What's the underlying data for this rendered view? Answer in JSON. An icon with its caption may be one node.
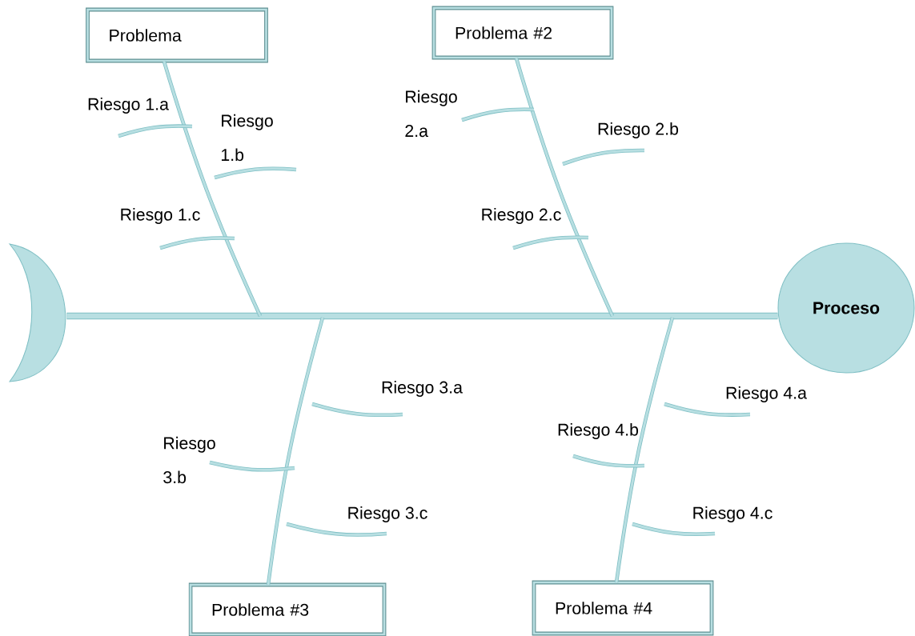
{
  "diagram": {
    "nodes": [
      {
        "text": [],
        "shape": "crescent"
      },
      {
        "text": [
          "Proceso"
        ]
      },
      {
        "text": [
          "Problema"
        ]
      },
      {
        "text": [
          "Problema #2"
        ]
      },
      {
        "text": [
          "Problema #3"
        ]
      },
      {
        "text": [
          "Problema #4"
        ]
      },
      {
        "text": [
          "Riesgo 1.a"
        ]
      },
      {
        "text": [
          "Riesgo 1.b"
        ]
      },
      {
        "text": [
          "Riesgo 1.c"
        ]
      },
      {
        "text": [
          "Riesgo 2.a"
        ]
      },
      {
        "text": [
          "Riesgo 2.b"
        ]
      },
      {
        "text": [
          "Riesgo 2.c"
        ]
      },
      {
        "text": [
          "Riesgo 3.a"
        ]
      },
      {
        "text": [
          "Riesgo 3.b"
        ]
      },
      {
        "text": [
          "Riesgo 3.c"
        ]
      },
      {
        "text": [
          "Riesgo 4.a"
        ]
      },
      {
        "text": [
          "Riesgo 4.b"
        ]
      },
      {
        "text": [
          "Riesgo 4.c"
        ]
      }
    ],
    "edges": [
      {
        "from": 0,
        "to": 1,
        "arrow": "none",
        "style": "thick"
      },
      {
        "from": 2,
        "to": null,
        "arrow": "none"
      },
      {
        "from": 3,
        "to": null,
        "arrow": "none"
      },
      {
        "from": 4,
        "to": null,
        "arrow": "none"
      },
      {
        "from": 5,
        "to": null,
        "arrow": "none"
      },
      {
        "from": 6,
        "to": null,
        "arrow": "none"
      },
      {
        "from": 7,
        "to": null,
        "arrow": "none"
      },
      {
        "from": 8,
        "to": null,
        "arrow": "none"
      },
      {
        "from": 9,
        "to": null,
        "arrow": "none"
      },
      {
        "from": 10,
        "to": null,
        "arrow": "none"
      },
      {
        "from": 11,
        "to": null,
        "arrow": "none"
      },
      {
        "from": 12,
        "to": null,
        "arrow": "none"
      },
      {
        "from": 13,
        "to": null,
        "arrow": "none"
      },
      {
        "from": 14,
        "to": null,
        "arrow": "none"
      },
      {
        "from": 15,
        "to": null,
        "arrow": "none"
      },
      {
        "from": 16,
        "to": null,
        "arrow": "none"
      },
      {
        "from": 17,
        "to": null,
        "arrow": "none"
      }
    ]
  }
}
